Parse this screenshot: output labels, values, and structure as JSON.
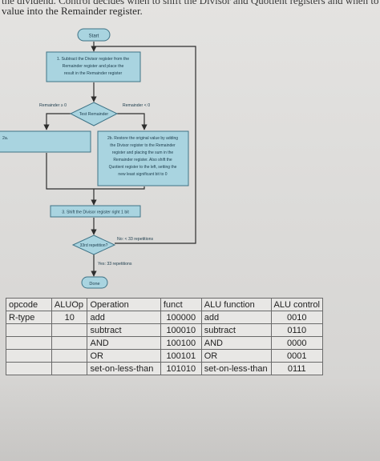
{
  "top_text": {
    "line1": "the dividend. Control decides when to shift the Divisor and Quotient registers and when to write the new",
    "line2": "value into the Remainder register."
  },
  "flowchart": {
    "start": "Start",
    "step1": [
      "1. Subtract the Divisor register from the",
      "Remainder register and place the",
      "result in the Remainder register"
    ],
    "test_remainder": "Test Remainder",
    "remainder_ge_0": "Remainder ≥ 0",
    "remainder_lt_0": "Remainder < 0",
    "step2a": "2a.",
    "step2b": [
      "2b. Restore the original value by adding",
      "the Divisor register to the Remainder",
      "register and placing the sum in the",
      "Remainder register. Also shift the",
      "Quotient register to the left, setting the",
      "new least significant bit to 0"
    ],
    "step3": "3. Shift the Divisor register right 1 bit",
    "repetition_test": "33rd repetition?",
    "no_label": "No: < 33 repetitions",
    "yes_label": "Yes: 33 repetitions",
    "done": "Done"
  },
  "table": {
    "headers": [
      "opcode",
      "ALUOp",
      "Operation",
      "funct",
      "ALU function",
      "ALU control"
    ],
    "rows": [
      [
        "R-type",
        "10",
        "add",
        "100000",
        "add",
        "0010"
      ],
      [
        "",
        "",
        "subtract",
        "100010",
        "subtract",
        "0110"
      ],
      [
        "",
        "",
        "AND",
        "100100",
        "AND",
        "0000"
      ],
      [
        "",
        "",
        "OR",
        "100101",
        "OR",
        "0001"
      ],
      [
        "",
        "",
        "set-on-less-than",
        "101010",
        "set-on-less-than",
        "0111"
      ]
    ]
  },
  "colors": {
    "box_fill": "#a9d4e0",
    "box_stroke": "#3f7386",
    "arrow": "#2d2d2d"
  }
}
